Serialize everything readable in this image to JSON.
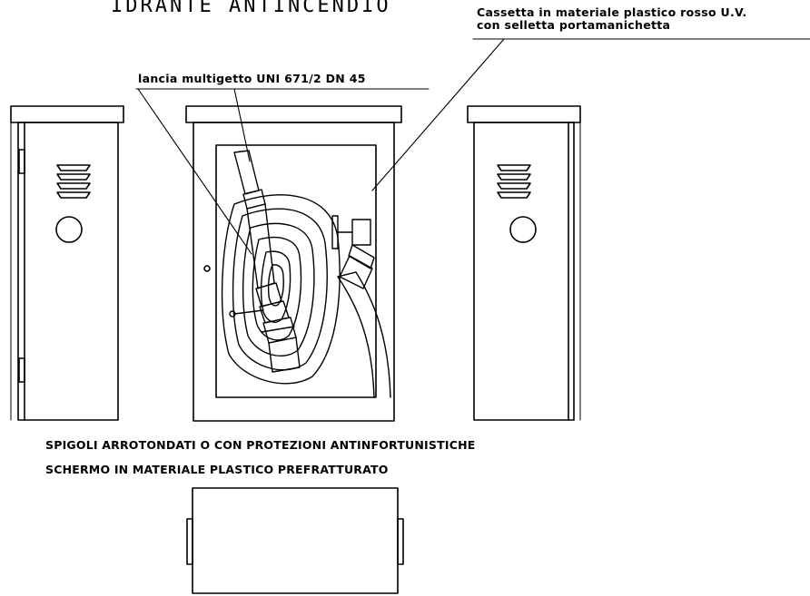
{
  "title": "IDRANTE ANTINCENDIO",
  "labels": {
    "cassetta_line1": "Cassetta in materiale plastico rosso U.V.",
    "cassetta_line2": "con selletta portamanichetta",
    "lancia": "lancia multigetto UNI 671/2 DN 45"
  },
  "notes": [
    "SPIGOLI ARROTONDATI O CON PROTEZIONI ANTINFORTUNISTICHE",
    "SCHERMO IN MATERIALE PLASTICO PREFRATTURATO"
  ]
}
